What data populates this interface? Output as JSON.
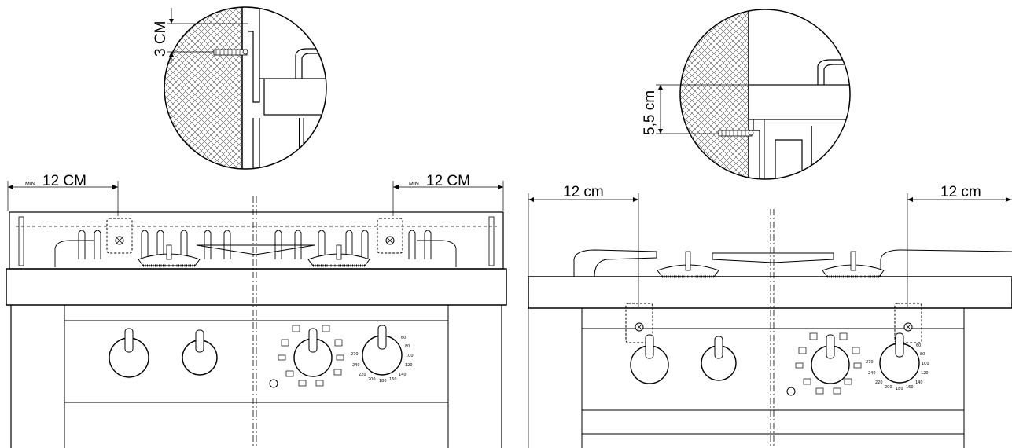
{
  "left_figure": {
    "wall_gap_label": "3 CM",
    "side_min_label": "MIN.",
    "side_distance_left": "12 CM",
    "side_distance_right": "12 CM"
  },
  "right_figure": {
    "wall_gap_label": "5,5 cm",
    "side_distance_left": "12 cm",
    "side_distance_right": "12 cm"
  },
  "oven_dial": {
    "temperatures": [
      "60",
      "80",
      "100",
      "120",
      "140",
      "160",
      "180",
      "200",
      "220",
      "240",
      "270"
    ]
  }
}
